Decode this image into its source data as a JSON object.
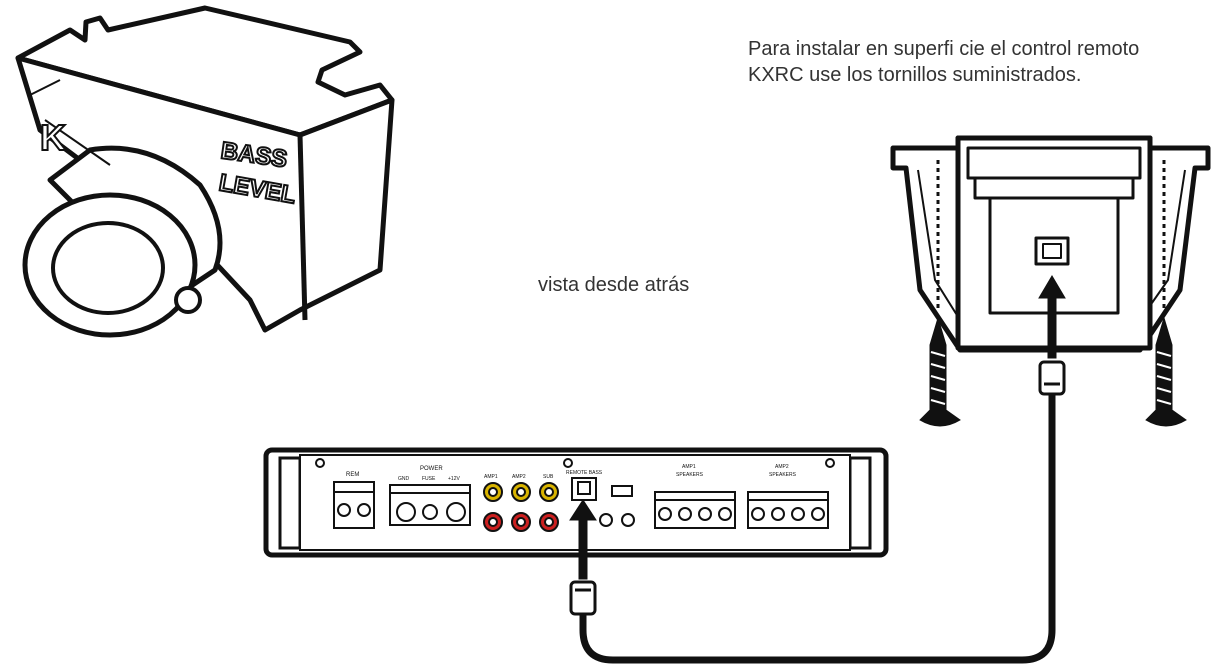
{
  "captions": {
    "install_line1": "Para instalar en superfi cie el control remoto",
    "install_line2": "KXRC use los tornillos suministrados.",
    "rear_view": "vista desde atrás"
  },
  "remote_label": {
    "line1": "BASS",
    "line2": "LEVEL"
  },
  "amp_labels": {
    "rem": "REM",
    "power_gnd": "GND",
    "power_fuse": "FUSE",
    "power_12v": "+12V",
    "power_title": "POWER",
    "inputs": [
      "AMP1",
      "AMP2",
      "SUB"
    ],
    "remote_bass": "REMOTE BASS",
    "speakers_a": "AMP1",
    "speakers_b": "AMP2",
    "speakers_word": "SPEAKERS"
  },
  "colors": {
    "line": "#111111",
    "rca_red": "#cc1f1f",
    "rca_yellow": "#d9b400",
    "text": "#333333"
  }
}
